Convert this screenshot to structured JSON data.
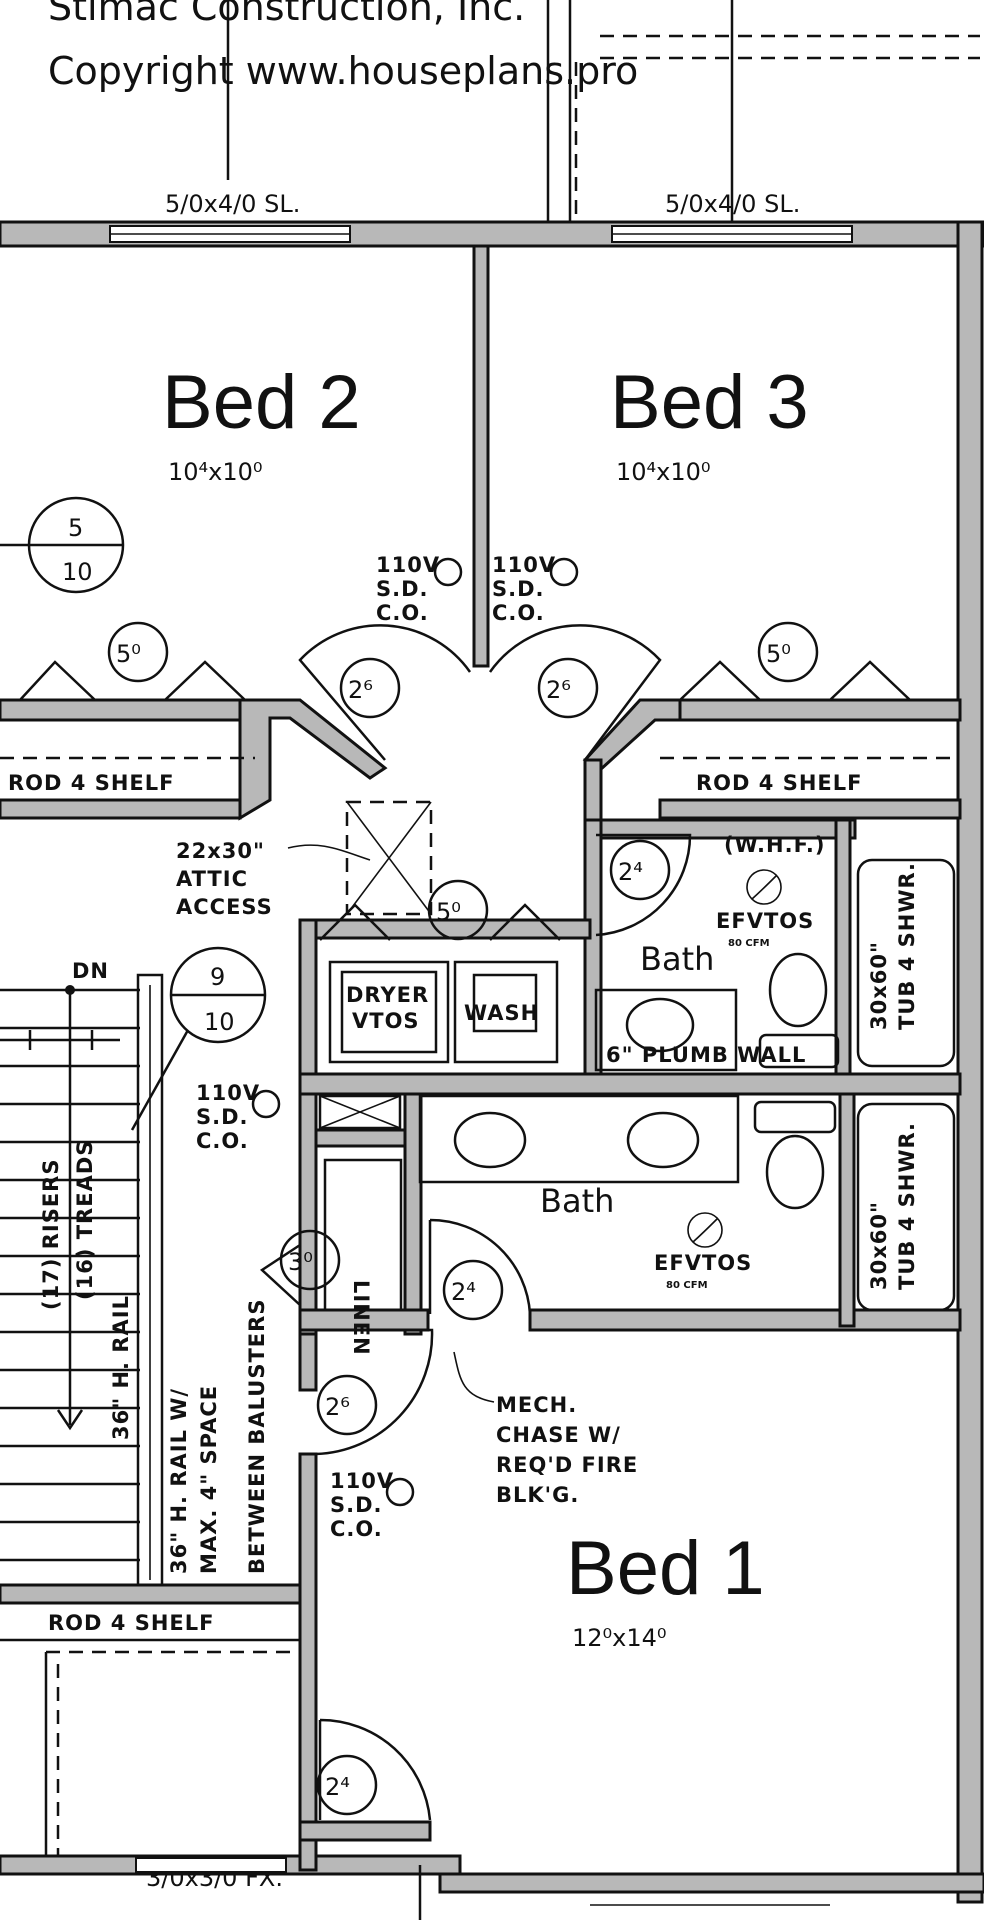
{
  "header": {
    "company": "Stimac Construction, Inc.",
    "copyright": "Copyright www.houseplans.pro"
  },
  "windows": {
    "top_left": "5/0x4/0 SL.",
    "top_right": "5/0x4/0 SL.",
    "bottom": "3/0x3/0 FX."
  },
  "rooms": {
    "bed2": {
      "name": "Bed 2",
      "size": "10⁴x10⁰"
    },
    "bed3": {
      "name": "Bed 3",
      "size": "10⁴x10⁰"
    },
    "bed1": {
      "name": "Bed 1",
      "size": "12⁰x14⁰"
    },
    "bath_upper": {
      "name": "Bath"
    },
    "bath_lower": {
      "name": "Bath"
    }
  },
  "closets": {
    "left": "ROD 4 SHELF",
    "right": "ROD 4 SHELF",
    "bottom": "ROD 4 SHELF"
  },
  "smoke_detectors": {
    "label_line1": "110V",
    "label_line2": "S.D.",
    "label_line3": "C.O."
  },
  "doors": {
    "bed2": "2⁶",
    "bed3": "2⁶",
    "closet_bed2": "5⁰",
    "closet_bed3": "5⁰",
    "laundry": "5⁰",
    "bath_upper": "2⁴",
    "bath_lower": "2⁴",
    "linen": "3⁰",
    "hall": "2⁶",
    "bed1_closet": "2⁴"
  },
  "section_markers": [
    {
      "top": "5",
      "bottom": "10"
    },
    {
      "top": "9",
      "bottom": "10"
    }
  ],
  "annotations": {
    "attic_line1": "22x30\"",
    "attic_line2": "ATTIC",
    "attic_line3": "ACCESS",
    "dryer_line1": "DRYER",
    "dryer_line2": "VTOS",
    "wash": "WASH",
    "whf": "(W.H.F.)",
    "fan_label": "EFVTOS",
    "fan_cfm": "80 CFM",
    "plumb_wall": "6\" PLUMB WALL",
    "tub_line1": "30x60\"",
    "tub_line2": "TUB 4 SHWR.",
    "linen": "LINEN",
    "mech_line1": "MECH.",
    "mech_line2": "CHASE W/",
    "mech_line3": "REQ'D FIRE",
    "mech_line4": "BLK'G.",
    "stairs_dn": "DN",
    "risers": "(17) RISERS",
    "treads": "(16) TREADS",
    "rail": "36\" H. RAIL",
    "rail_note_line1": "36\" H. RAIL W/",
    "rail_note_line2": "MAX. 4\" SPACE",
    "rail_note_line3": "BETWEEN BALUSTERS"
  }
}
